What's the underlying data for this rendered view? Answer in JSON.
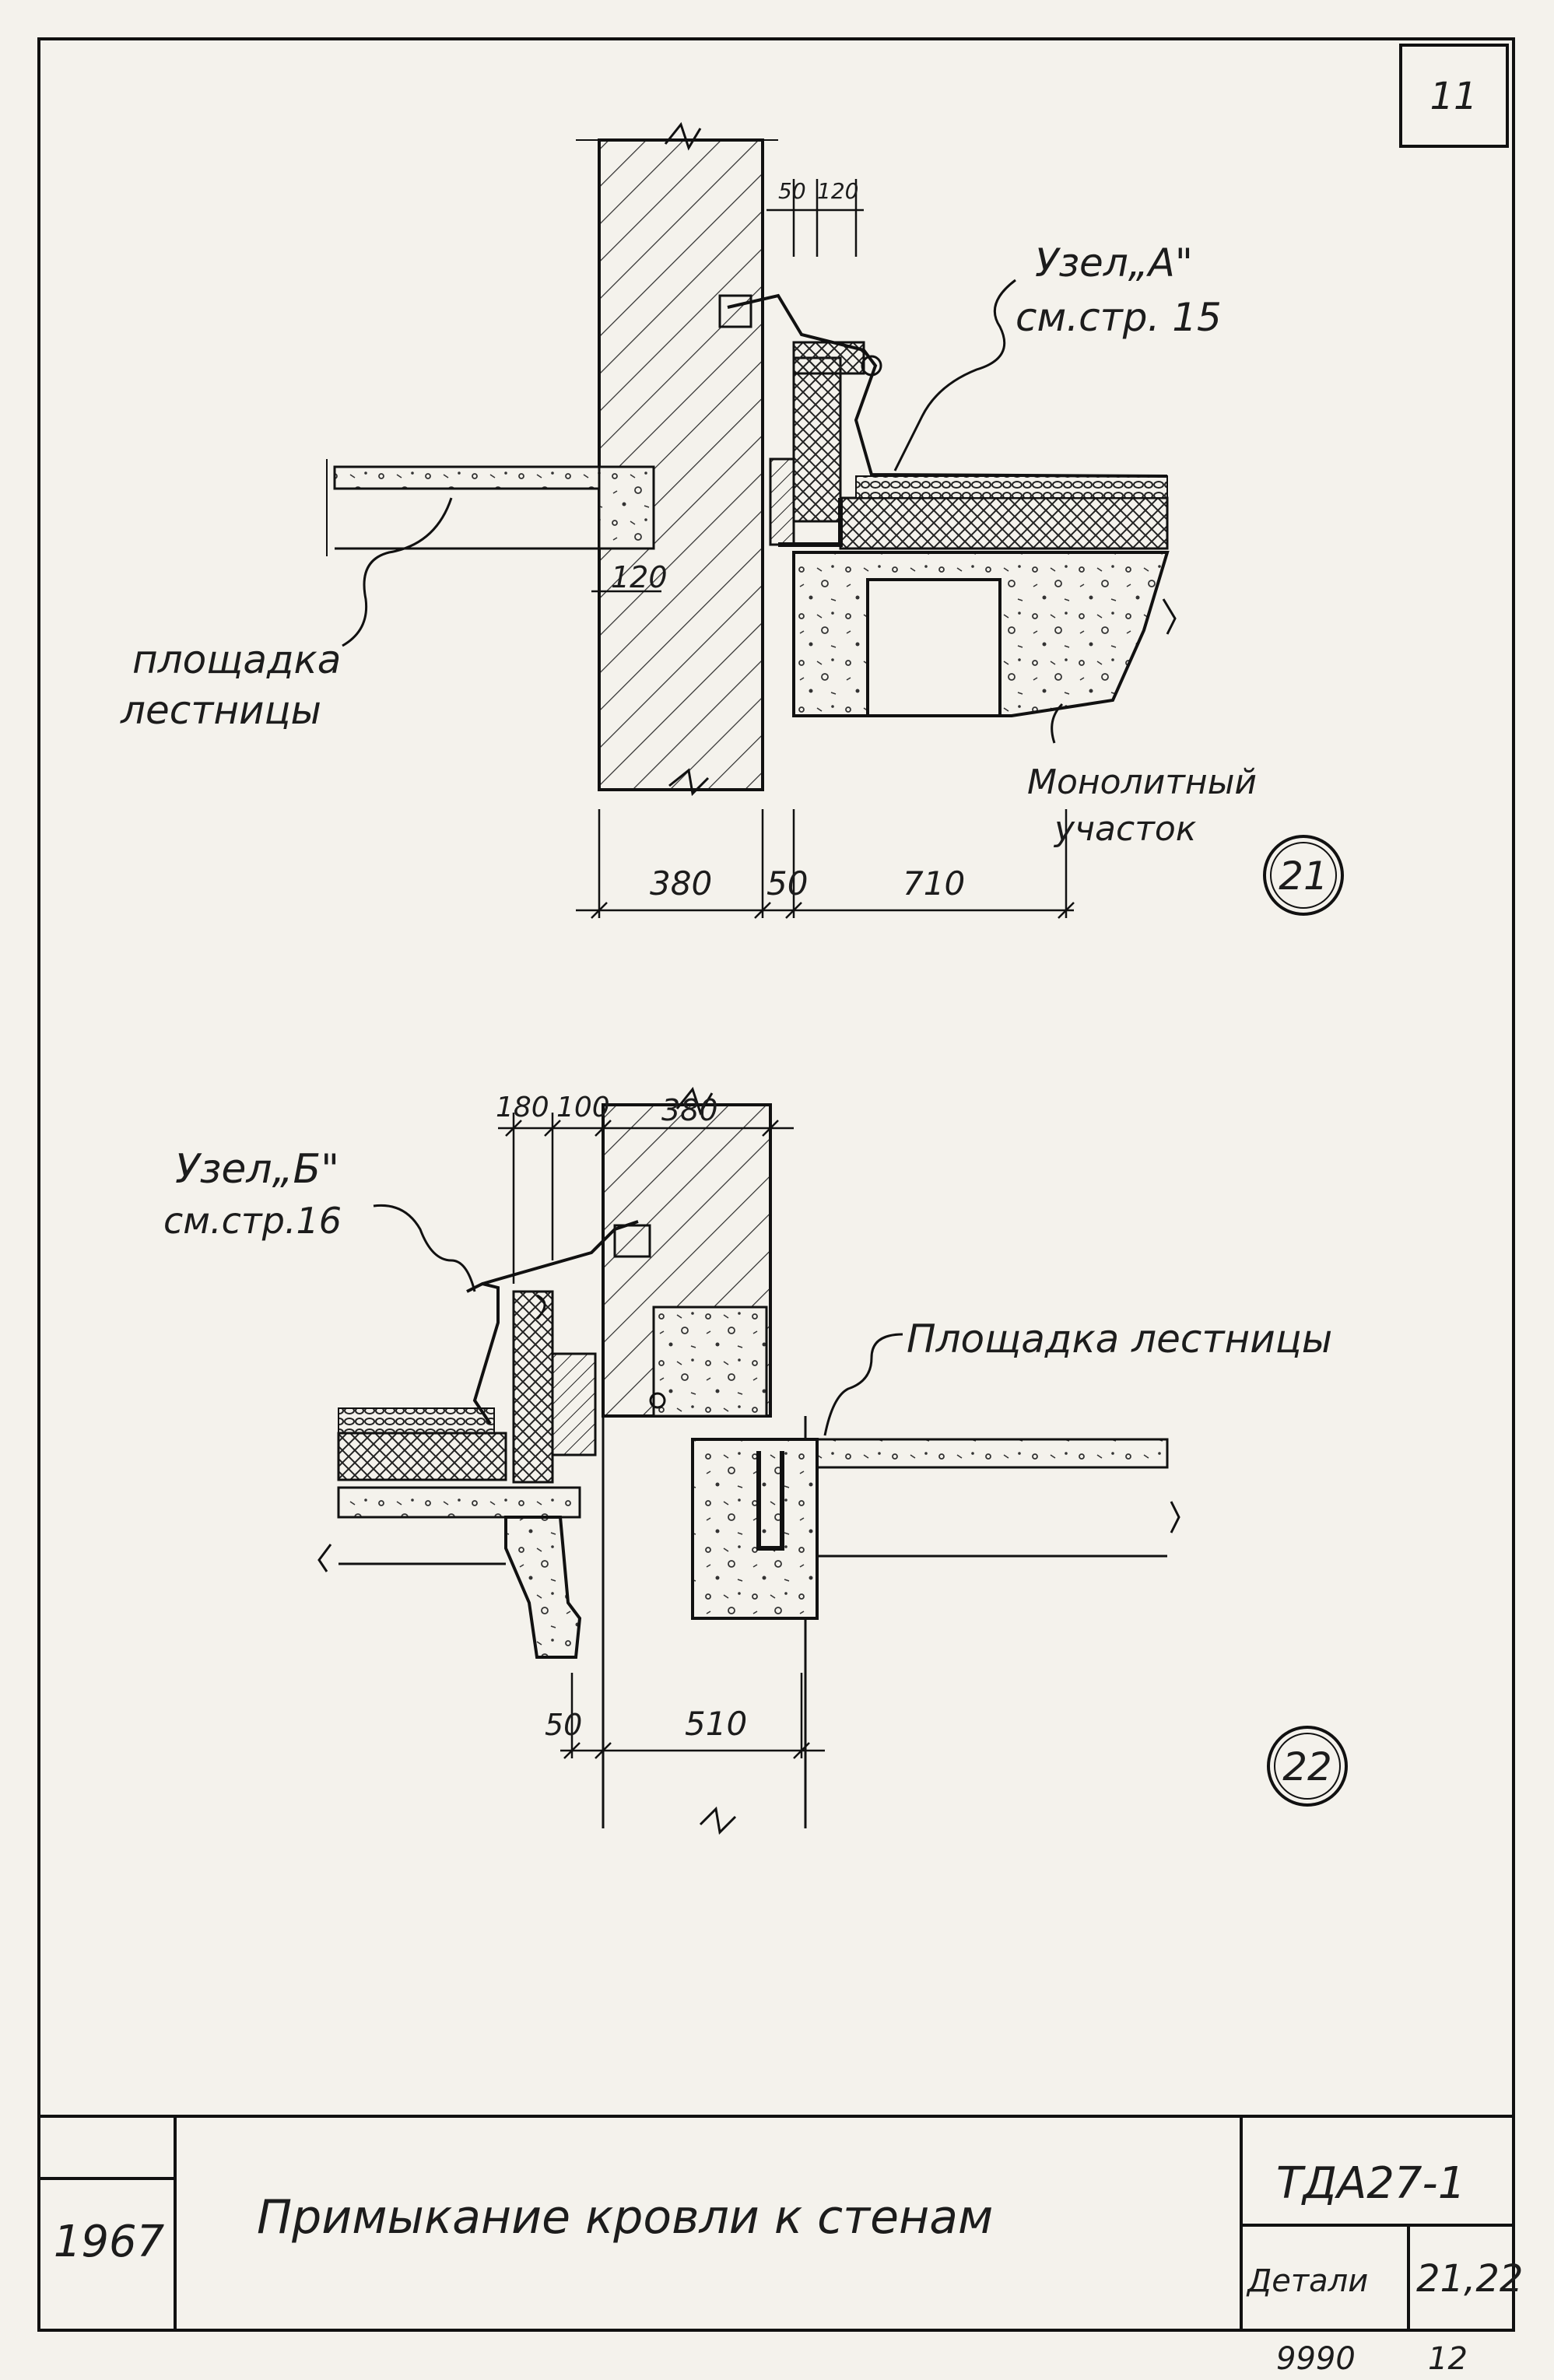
{
  "sheet_number": "11",
  "detail_21": {
    "node_ref_line1": "Узел„А\"",
    "node_ref_line2": "см.стр. 15",
    "stair_landing_line1": "площадка",
    "stair_landing_line2": "лестницы",
    "monolith_line1": "Монолитный",
    "monolith_line2": "участок",
    "dim_top_50": "50",
    "dim_top_120": "120",
    "dim_slab_120": "120",
    "dim_380": "380",
    "dim_50": "50",
    "dim_710": "710",
    "circle_number": "21"
  },
  "detail_22": {
    "node_ref_line1": "Узел„Б\"",
    "node_ref_line2": "см.стр.16",
    "stair_landing": "Площадка лестницы",
    "dim_180": "180",
    "dim_100": "100",
    "dim_380": "380",
    "dim_50": "50",
    "dim_510": "510",
    "circle_number": "22"
  },
  "title_block": {
    "year": "1967",
    "title": "Примыкание кровли к стенам",
    "series": "ТДА27-1",
    "detail_label": "Детали",
    "detail_numbers": "21,22"
  },
  "footer": {
    "code": "9990",
    "page": "12"
  }
}
